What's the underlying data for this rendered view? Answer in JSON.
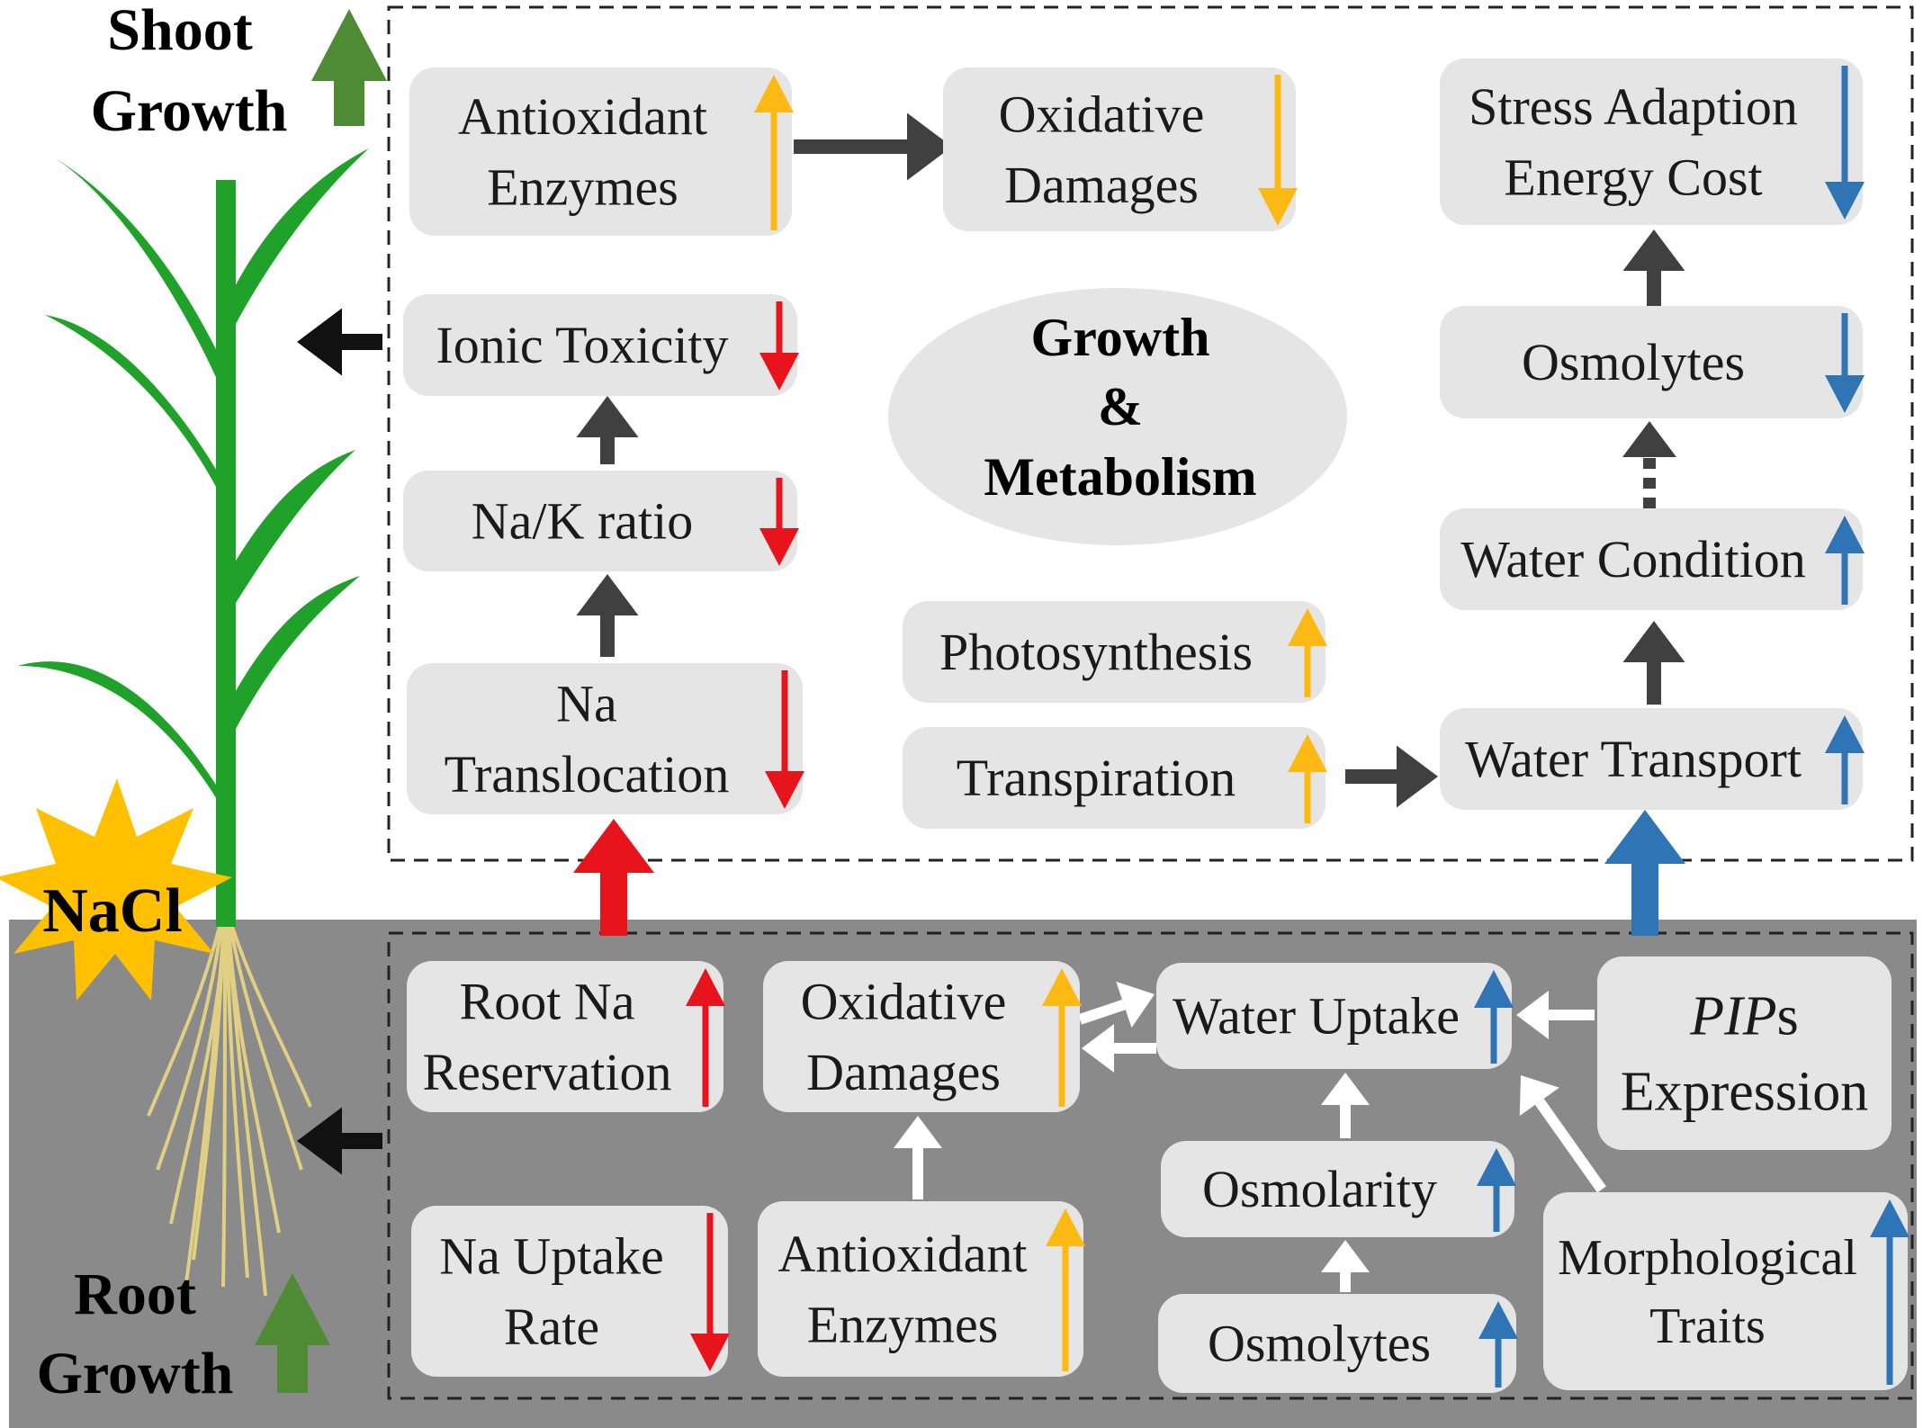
{
  "labels": {
    "shoot_growth": [
      "Shoot",
      "Growth"
    ],
    "root_growth": [
      "Root",
      "Growth"
    ],
    "nacl": "NaCl",
    "center": [
      "Growth",
      "&",
      "Metabolism"
    ]
  },
  "colors": {
    "up_growth": "#4f8a34",
    "red": "#e8141b",
    "yellow": "#fdb913",
    "blue": "#2f74b5",
    "dark_arrow": "#404040",
    "white_arrow": "#ffffff",
    "box_fill": "#e5e5e5",
    "soil": "#8a8a8a",
    "ellipse": "#e5e5e5",
    "stem": "#1fa12a",
    "root_line": "#e1cf83",
    "burst": "#ffc000"
  },
  "shoot_boxes": [
    {
      "id": "antioxidant-enzymes-shoot",
      "lines": [
        "Antioxidant",
        "Enzymes"
      ],
      "trend": "up",
      "color": "yellow"
    },
    {
      "id": "oxidative-damages-shoot",
      "lines": [
        "Oxidative",
        "Damages"
      ],
      "trend": "down",
      "color": "yellow"
    },
    {
      "id": "stress-adaption-energy-cost",
      "lines": [
        "Stress Adaption",
        "Energy Cost"
      ],
      "trend": "down",
      "color": "blue"
    },
    {
      "id": "ionic-toxicity",
      "lines": [
        "Ionic Toxicity"
      ],
      "trend": "down",
      "color": "red"
    },
    {
      "id": "osmolytes-shoot",
      "lines": [
        "Osmolytes"
      ],
      "trend": "down",
      "color": "blue"
    },
    {
      "id": "na-k-ratio",
      "lines": [
        "Na/K ratio"
      ],
      "trend": "down",
      "color": "red"
    },
    {
      "id": "water-condition",
      "lines": [
        "Water Condition"
      ],
      "trend": "up",
      "color": "blue"
    },
    {
      "id": "photosynthesis",
      "lines": [
        "Photosynthesis"
      ],
      "trend": "up",
      "color": "yellow"
    },
    {
      "id": "na-translocation",
      "lines": [
        "Na",
        "Translocation"
      ],
      "trend": "down",
      "color": "red"
    },
    {
      "id": "transpiration",
      "lines": [
        "Transpiration"
      ],
      "trend": "up",
      "color": "yellow"
    },
    {
      "id": "water-transport",
      "lines": [
        "Water Transport"
      ],
      "trend": "up",
      "color": "blue"
    }
  ],
  "root_boxes": [
    {
      "id": "root-na-reservation",
      "lines": [
        "Root Na",
        "Reservation"
      ],
      "trend": "up",
      "color": "red"
    },
    {
      "id": "oxidative-damages-root",
      "lines": [
        "Oxidative",
        "Damages"
      ],
      "trend": "up",
      "color": "yellow"
    },
    {
      "id": "water-uptake",
      "lines": [
        "Water Uptake"
      ],
      "trend": "up",
      "color": "blue"
    },
    {
      "id": "pips-expression",
      "lines": [
        "PIPs",
        "Expression"
      ],
      "trend": "none",
      "color": "blue"
    },
    {
      "id": "osmolarity",
      "lines": [
        "Osmolarity"
      ],
      "trend": "up",
      "color": "blue"
    },
    {
      "id": "na-uptake-rate",
      "lines": [
        "Na Uptake",
        "Rate"
      ],
      "trend": "down",
      "color": "red"
    },
    {
      "id": "antioxidant-enzymes-root",
      "lines": [
        "Antioxidant",
        "Enzymes"
      ],
      "trend": "up",
      "color": "yellow"
    },
    {
      "id": "morphological-traits",
      "lines": [
        "Morphological",
        "Traits"
      ],
      "trend": "up",
      "color": "blue"
    },
    {
      "id": "osmolytes-root",
      "lines": [
        "Osmolytes"
      ],
      "trend": "up",
      "color": "blue"
    }
  ],
  "pips_italic": "PIP",
  "pips_suffix": "s"
}
